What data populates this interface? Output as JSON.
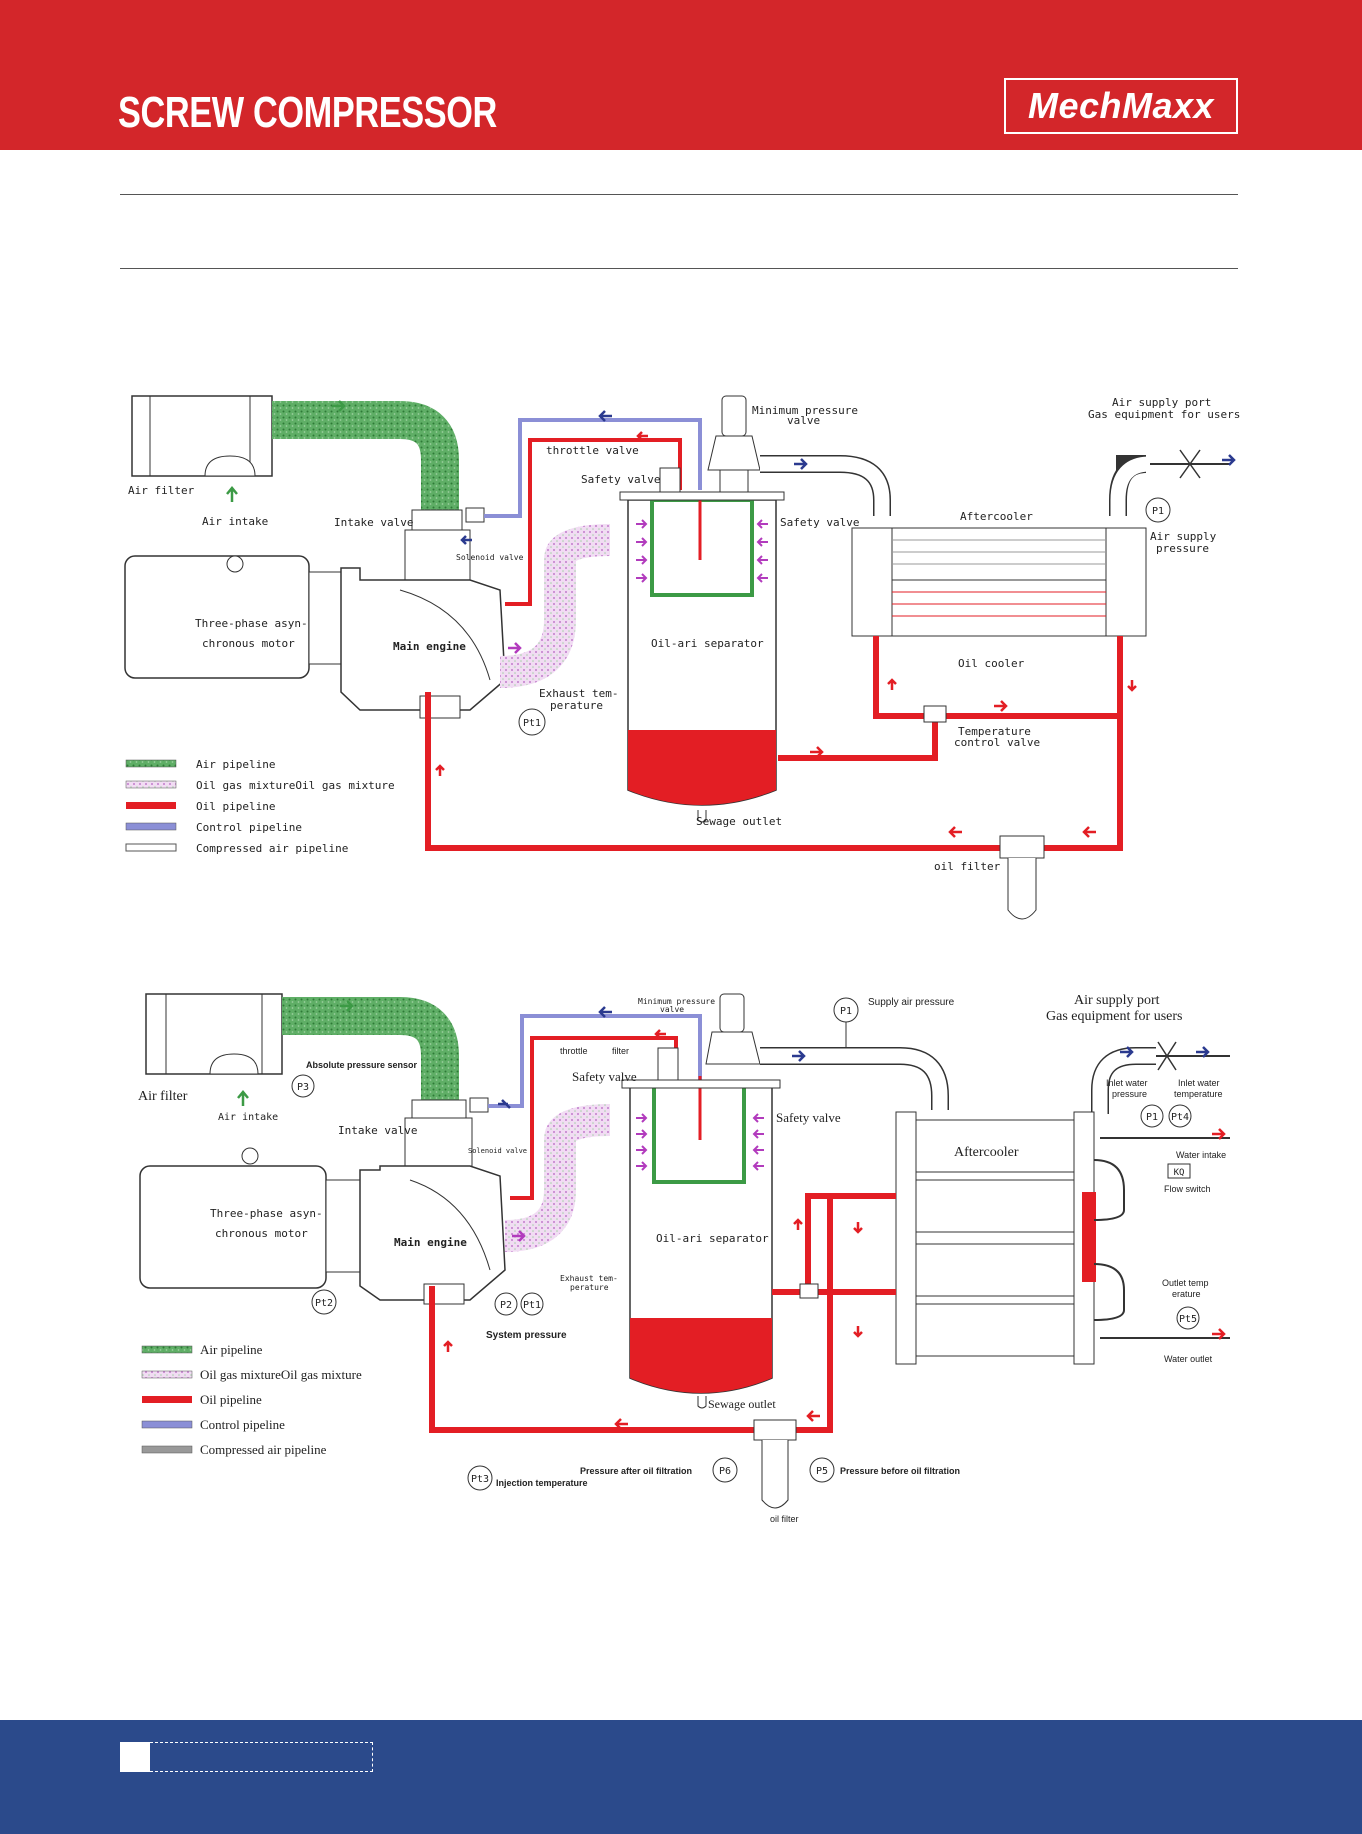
{
  "header": {
    "title": "SCREW COMPRESSOR",
    "brand": "MechMaxx"
  },
  "colors": {
    "header_red": "#d3262a",
    "footer_blue": "#2b4a8b",
    "oil_red": "#e31e24",
    "air_green": "#3c9a45",
    "oil_gas_purple": "#d9a6e0",
    "control_blue": "#8b8fd6",
    "arrow_blue": "#2b3a8f",
    "arrow_purple": "#b23bbd"
  },
  "diagram1": {
    "labels": {
      "air_filter": "Air filter",
      "air_intake": "Air intake",
      "intake_valve": "Intake valve",
      "solenoid_valve": "Solenoid valve",
      "throttle_valve": "throttle valve",
      "safety_valve_top": "Safety valve",
      "min_pressure_1": "Minimum pressure",
      "min_pressure_2": "valve",
      "air_supply_port": "Air supply port",
      "gas_equipment": "Gas equipment for users",
      "safety_valve_right": "Safety valve",
      "aftercooler": "Aftercooler",
      "p1": "P1",
      "air_supply_pressure_1": "Air supply",
      "air_supply_pressure_2": "pressure",
      "motor_1": "Three-phase asyn-",
      "motor_2": "chronous motor",
      "main_engine": "Main engine",
      "oil_separator": "Oil-ari separator",
      "oil_cooler": "Oil cooler",
      "exhaust_1": "Exhaust tem-",
      "exhaust_2": "perature",
      "pt1": "Pt1",
      "temp_valve_1": "Temperature",
      "temp_valve_2": "control valve",
      "sewage_outlet": "Sewage outlet",
      "oil_filter": "oil filter"
    },
    "legend": [
      "Air pipeline",
      "Oil gas mixtureOil gas mixture",
      "Oil pipeline",
      "Control pipeline",
      "Compressed air pipeline"
    ]
  },
  "diagram2": {
    "labels": {
      "air_filter": "Air filter",
      "air_intake": "Air intake",
      "abs_pressure_sensor": "Absolute pressure sensor",
      "p3": "P3",
      "intake_valve": "Intake valve",
      "solenoid_valve": "Solenoid valve",
      "throttle": "throttle",
      "filter": "filter",
      "min_pressure_1": "Minimum pressure",
      "min_pressure_2": "valve",
      "safety_valve_top": "Safety valve",
      "p1_top": "P1",
      "supply_air_pressure": "Supply air pressure",
      "air_supply_port": "Air supply port",
      "gas_equipment": "Gas equipment for users",
      "safety_valve_right": "Safety valve",
      "aftercooler": "Aftercooler",
      "inlet_water_pressure_1": "Inlet water",
      "inlet_water_pressure_2": "pressure",
      "inlet_water_temp_1": "Inlet water",
      "inlet_water_temp_2": "temperature",
      "p1_right": "P1",
      "pt4": "Pt4",
      "water_intake": "Water intake",
      "kq": "KQ",
      "flow_switch": "Flow switch",
      "motor_1": "Three-phase asyn-",
      "motor_2": "chronous motor",
      "main_engine": "Main engine",
      "oil_separator": "Oil-ari separator",
      "exhaust_1": "Exhaust tem-",
      "exhaust_2": "perature",
      "pt2": "Pt2",
      "p2": "P2",
      "pt1": "Pt1",
      "system_pressure": "System pressure",
      "outlet_temp_1": "Outlet temp",
      "outlet_temp_2": "erature",
      "pt5": "Pt5",
      "water_outlet": "Water outlet",
      "sewage_outlet": "Sewage outlet",
      "pt3": "Pt3",
      "injection_temp": "Injection temperature",
      "pressure_after": "Pressure after oil filtration",
      "p6": "P6",
      "p5": "P5",
      "pressure_before": "Pressure before oil filtration",
      "oil_filter": "oil filter"
    },
    "legend": [
      "Air pipeline",
      "Oil gas mixtureOil gas mixture",
      "Oil pipeline",
      "Control pipeline",
      "Compressed air pipeline"
    ]
  }
}
